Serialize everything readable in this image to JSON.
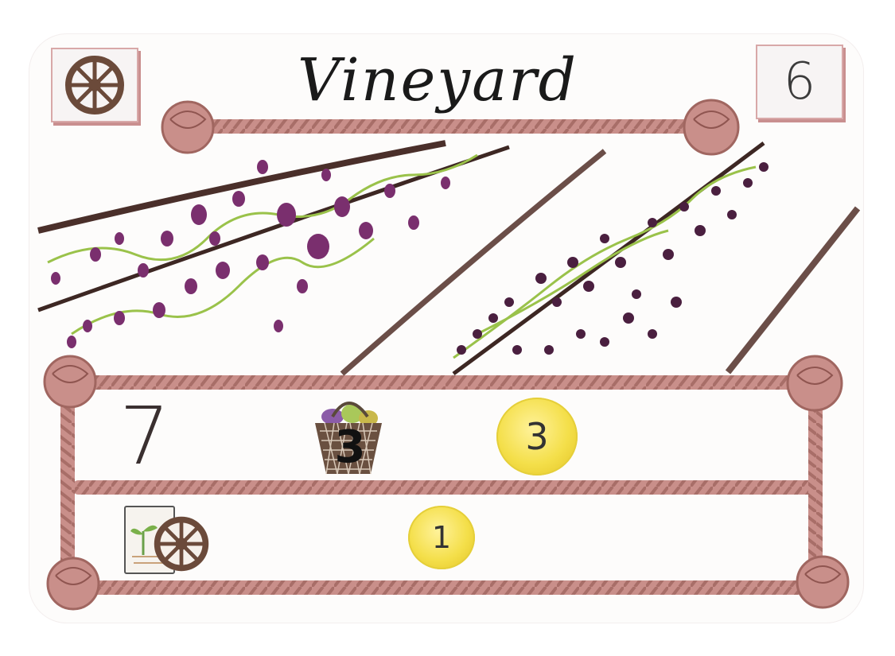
{
  "card": {
    "title": "Vineyard",
    "cost": "6",
    "top_left_icon": "wagon-wheel-icon",
    "rows": [
      {
        "number": "7",
        "basket_value": "3",
        "basket_icon": "harvest-basket-icon",
        "coin_value": "3",
        "coin_icon": "gold-coin-icon"
      },
      {
        "icons": [
          "field-card-icon",
          "wagon-wheel-icon"
        ],
        "coin_value": "1",
        "coin_icon": "gold-coin-icon"
      }
    ]
  },
  "colors": {
    "rope": "#c98f8a",
    "rope_dark": "#a86e68",
    "vine_stem": "#5f3a35",
    "grape": "#7a2f6e",
    "leaf": "#9ac24a",
    "coin": "#f4df4a"
  }
}
